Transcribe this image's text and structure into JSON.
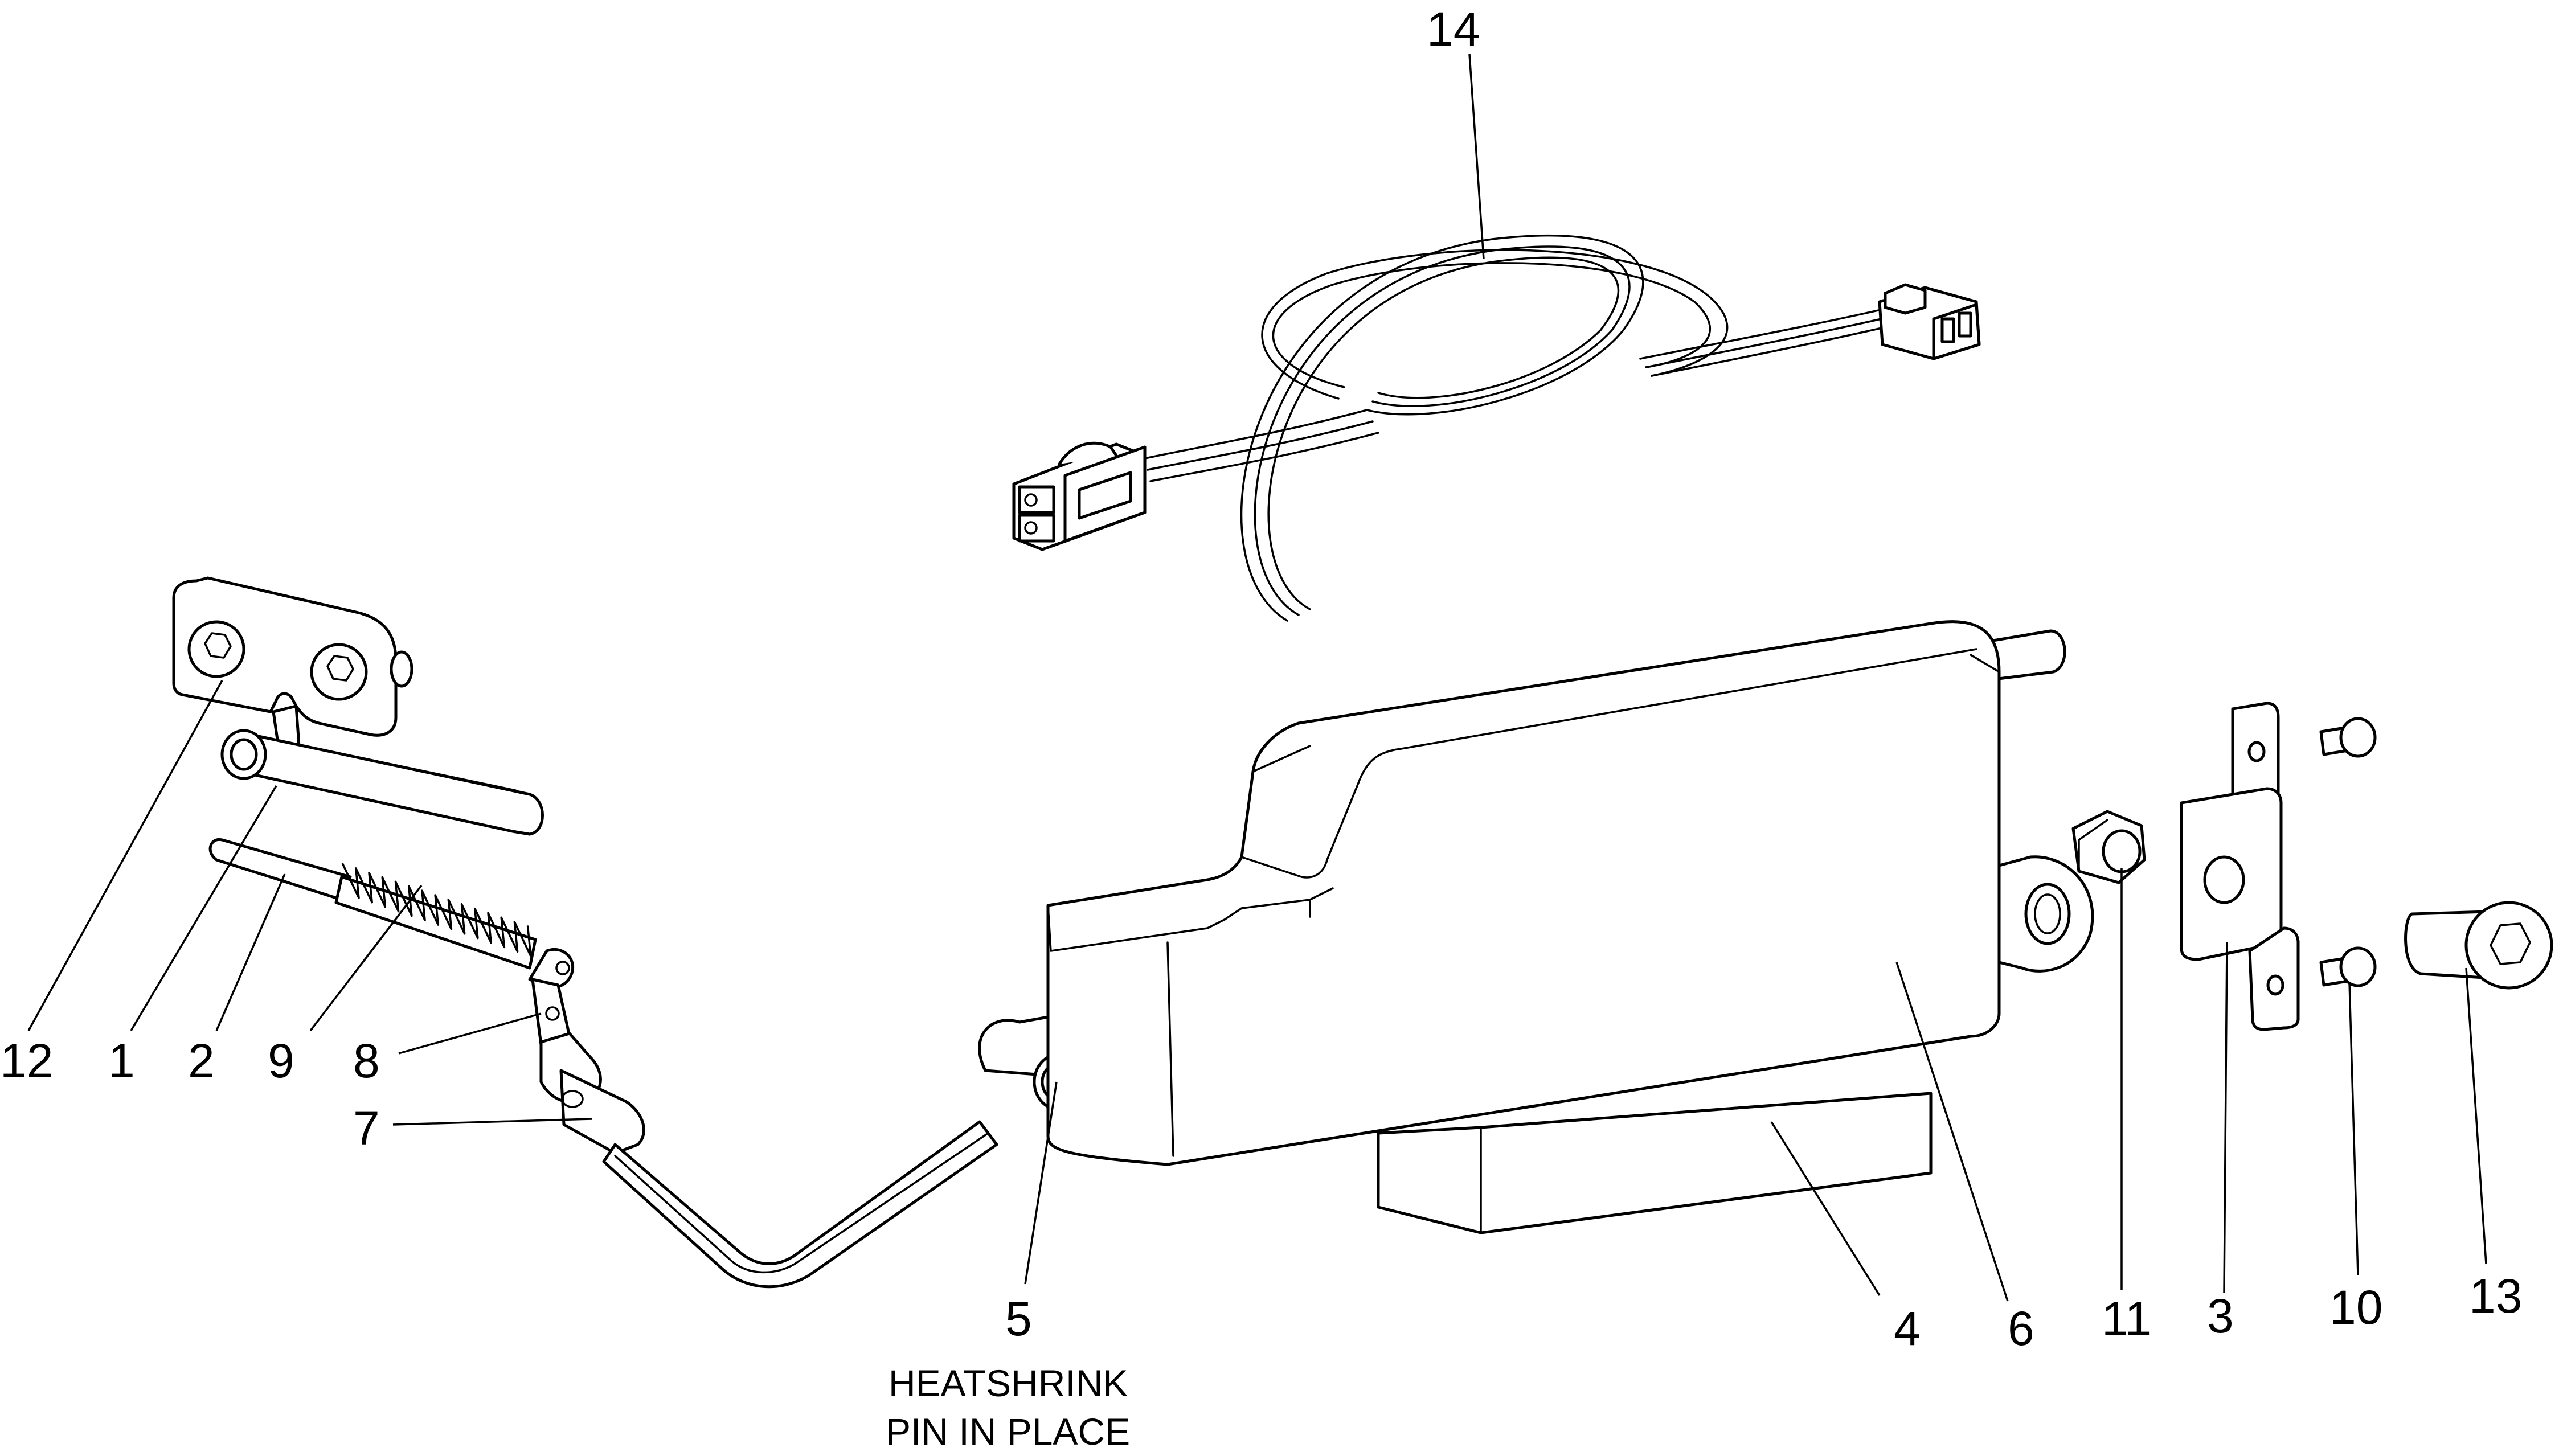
{
  "callouts": {
    "c1": "1",
    "c2": "2",
    "c3": "3",
    "c4": "4",
    "c5": "5",
    "c6": "6",
    "c7": "7",
    "c8": "8",
    "c9": "9",
    "c10": "10",
    "c11": "11",
    "c12": "12",
    "c13": "13",
    "c14": "14"
  },
  "note": {
    "line1": "HEATSHRINK",
    "line2": "PIN IN PLACE"
  }
}
